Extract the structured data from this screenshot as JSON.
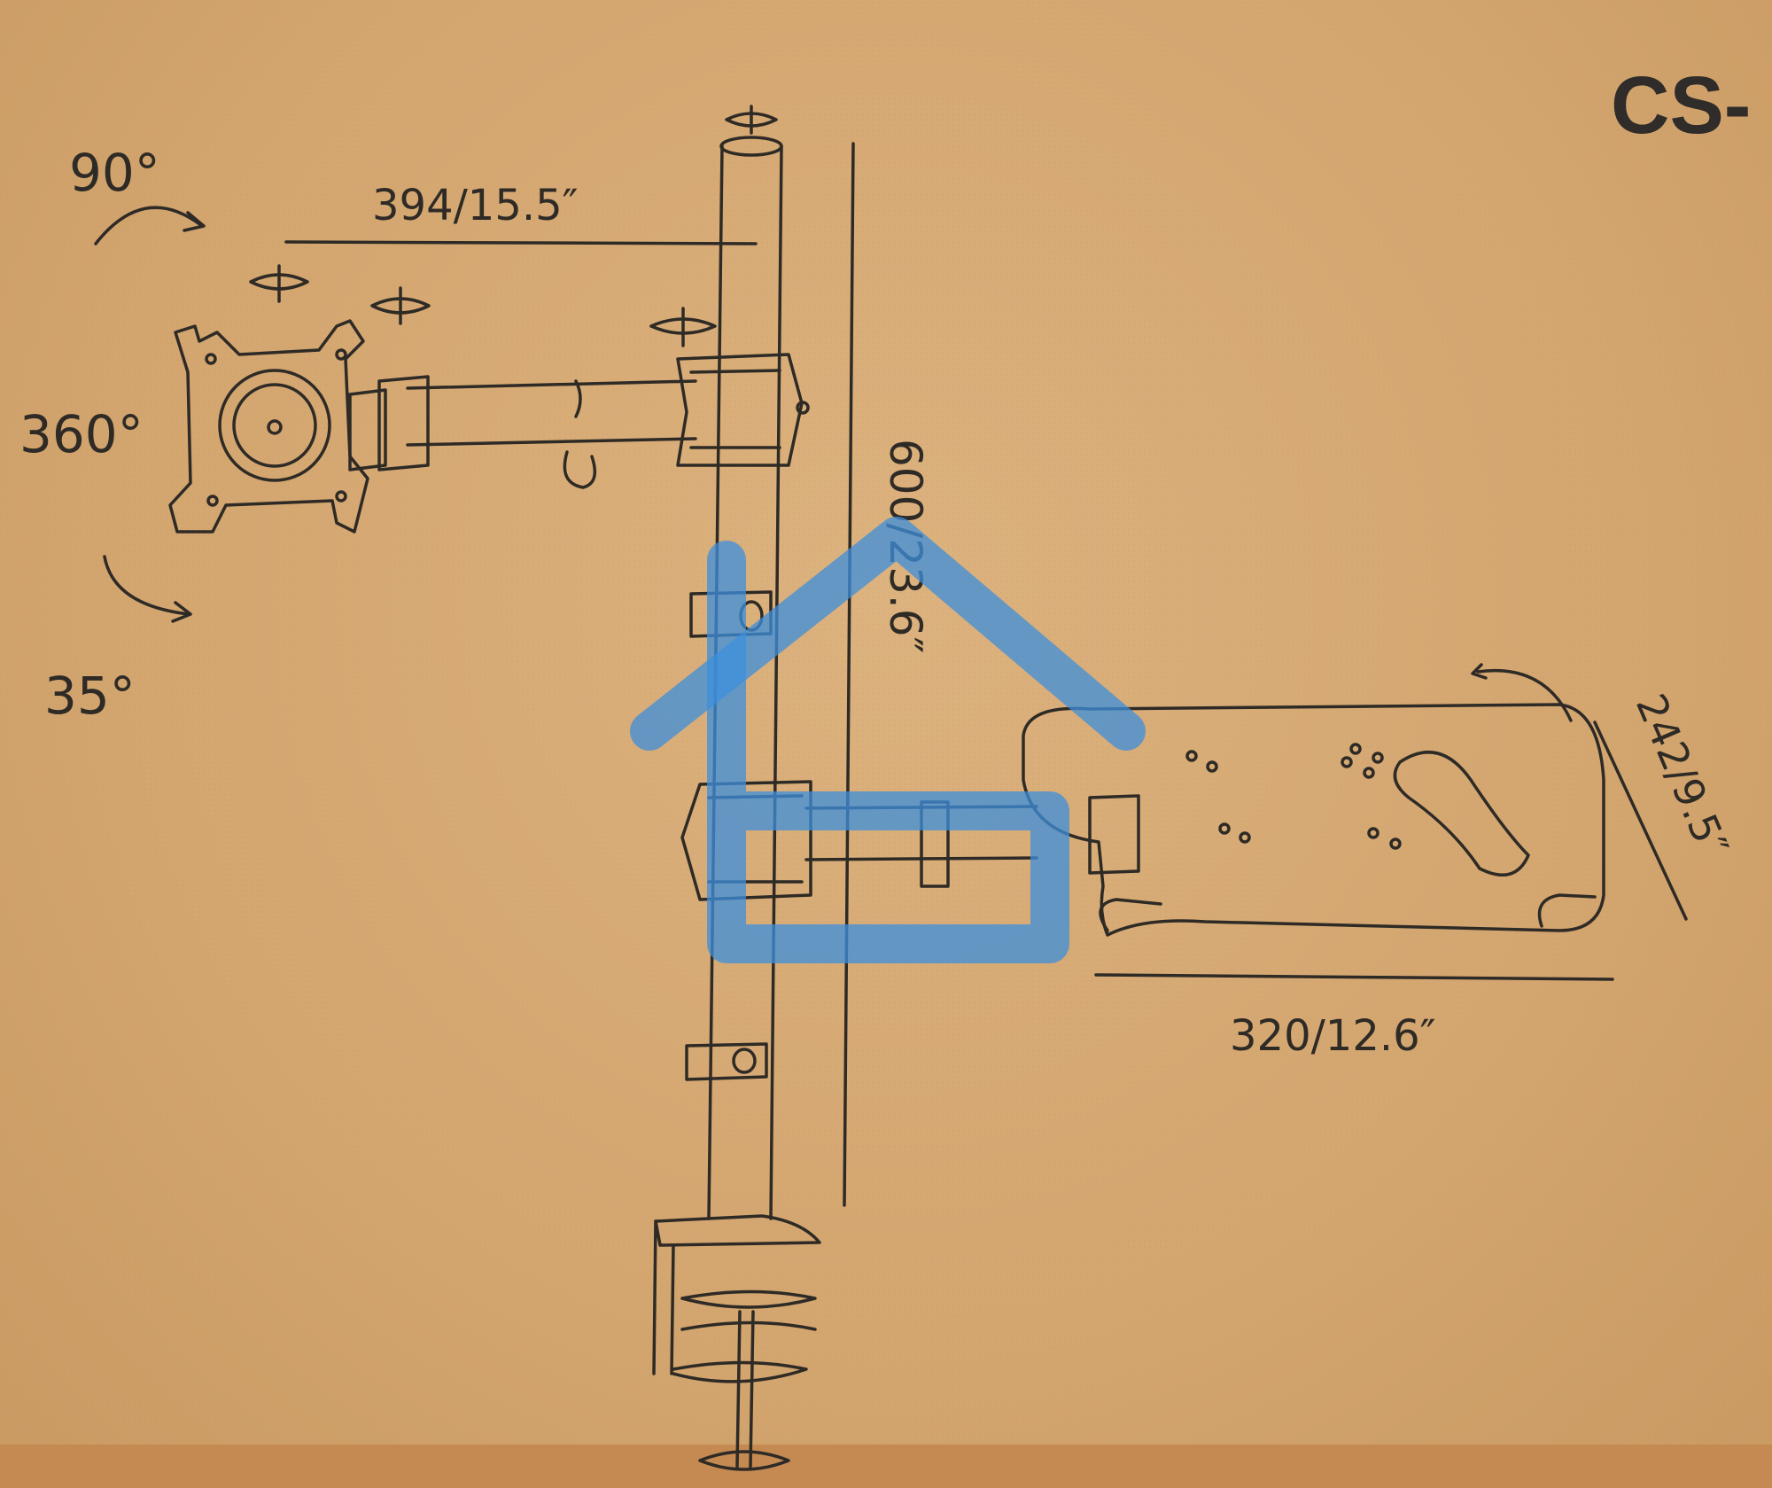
{
  "image": {
    "subject": "monitor-and-laptop-desk-mount-diagram",
    "colors": {
      "cardboard": "#d6a872",
      "ink": "#2e2a25",
      "watermark": "#3d8fdc",
      "bottom_band": "#c48a52"
    }
  },
  "labels": {
    "brand_code": "CS-",
    "arm_length": "394/15.5″",
    "pole_height": "600/23.6″",
    "tray_width": "320/12.6″",
    "tray_depth": "242/9.5″",
    "tilt_up": "90°",
    "swivel": "360°",
    "tilt_down": "35°"
  },
  "watermark": {
    "icon": "house-logo-icon"
  }
}
